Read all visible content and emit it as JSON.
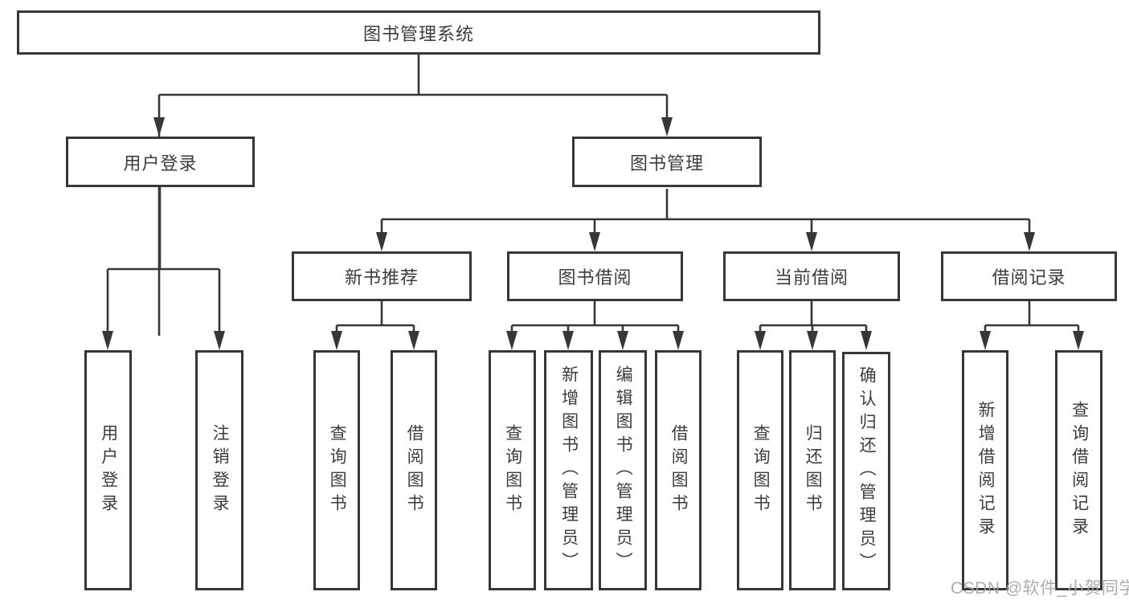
{
  "diagram": {
    "title": "图书管理系统",
    "level2": {
      "login": "用户登录",
      "management": "图书管理"
    },
    "level3": [
      "新书推荐",
      "图书借阅",
      "当前借阅",
      "借阅记录"
    ],
    "leaves": [
      "用户登录",
      "注销登录",
      "查询图书",
      "借阅图书",
      "查询图书",
      "新增图书（管理员）",
      "编辑图书（管理员）",
      "借阅图书",
      "查询图书",
      "归还图书",
      "确认归还（管理员）",
      "新增借阅记录",
      "查询借阅记录"
    ]
  },
  "watermark": "CSDN @软件_小贺同学",
  "colors": {
    "line": "#373737",
    "box_border": "#373737",
    "text": "#3c3c40",
    "box_background": "#ffffff",
    "page_background": "#ffffff",
    "watermark": "#a6a6b0"
  }
}
